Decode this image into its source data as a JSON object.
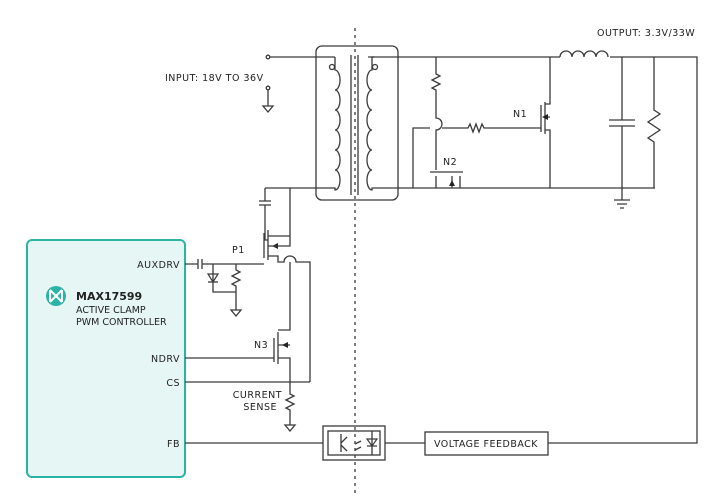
{
  "labels": {
    "input": "INPUT: 18V TO 36V",
    "output": "OUTPUT: 3.3V/33W",
    "p1": "P1",
    "n1": "N1",
    "n2": "N2",
    "n3": "N3",
    "current_sense_1": "CURRENT",
    "current_sense_2": "SENSE",
    "voltage_feedback": "VOLTAGE FEEDBACK"
  },
  "chip": {
    "part": "MAX17599",
    "desc1": "ACTIVE CLAMP",
    "desc2": "PWM CONTROLLER",
    "pins": {
      "auxdrv": "AUXDRV",
      "ndrv": "NDRV",
      "cs": "CS",
      "fb": "FB"
    },
    "logo": "maxim-logo-icon"
  },
  "colors": {
    "chip_fill": "#e6f6f5",
    "chip_stroke": "#2bb3a6",
    "wire": "#3a3a3a"
  }
}
